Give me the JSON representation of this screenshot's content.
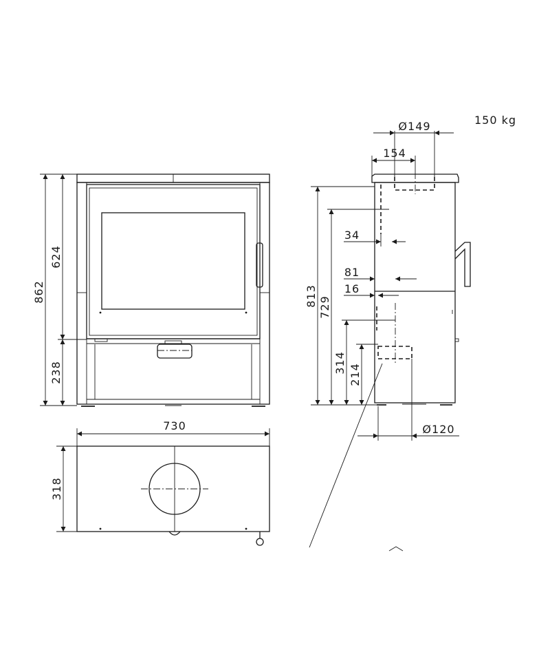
{
  "weight": "150 kg",
  "front_view": {
    "height_total": "862",
    "height_upper": "624",
    "height_lower": "238"
  },
  "top_view": {
    "width": "730",
    "depth": "318"
  },
  "side_view": {
    "flue_diameter_top": "Ø149",
    "flue_offset_top": "154",
    "height_813": "813",
    "height_729": "729",
    "offset_34": "34",
    "offset_81": "81",
    "offset_16": "16",
    "height_314": "314",
    "height_214": "214",
    "air_diameter": "Ø120"
  }
}
